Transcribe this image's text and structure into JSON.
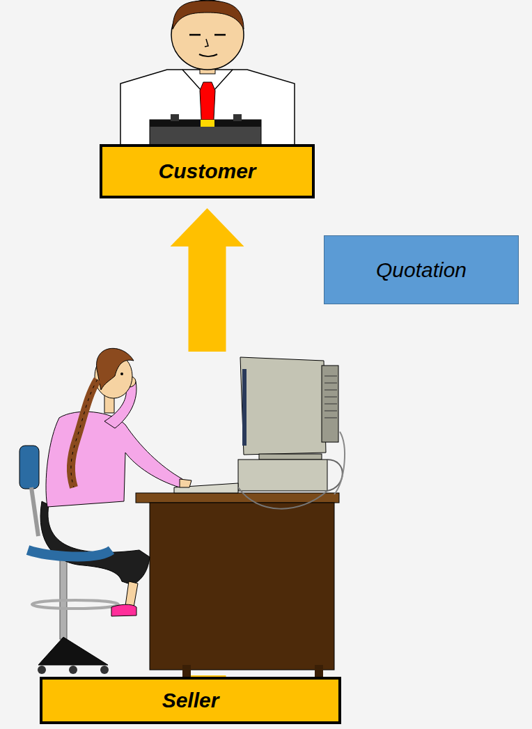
{
  "diagram": {
    "nodes": [
      {
        "text": [
          "Customer"
        ]
      },
      {
        "text": [
          "Quotation"
        ]
      },
      {
        "text": [
          "Seller"
        ]
      }
    ],
    "edges": [
      {
        "from": 2,
        "to": 0,
        "arrow": "to"
      }
    ]
  }
}
